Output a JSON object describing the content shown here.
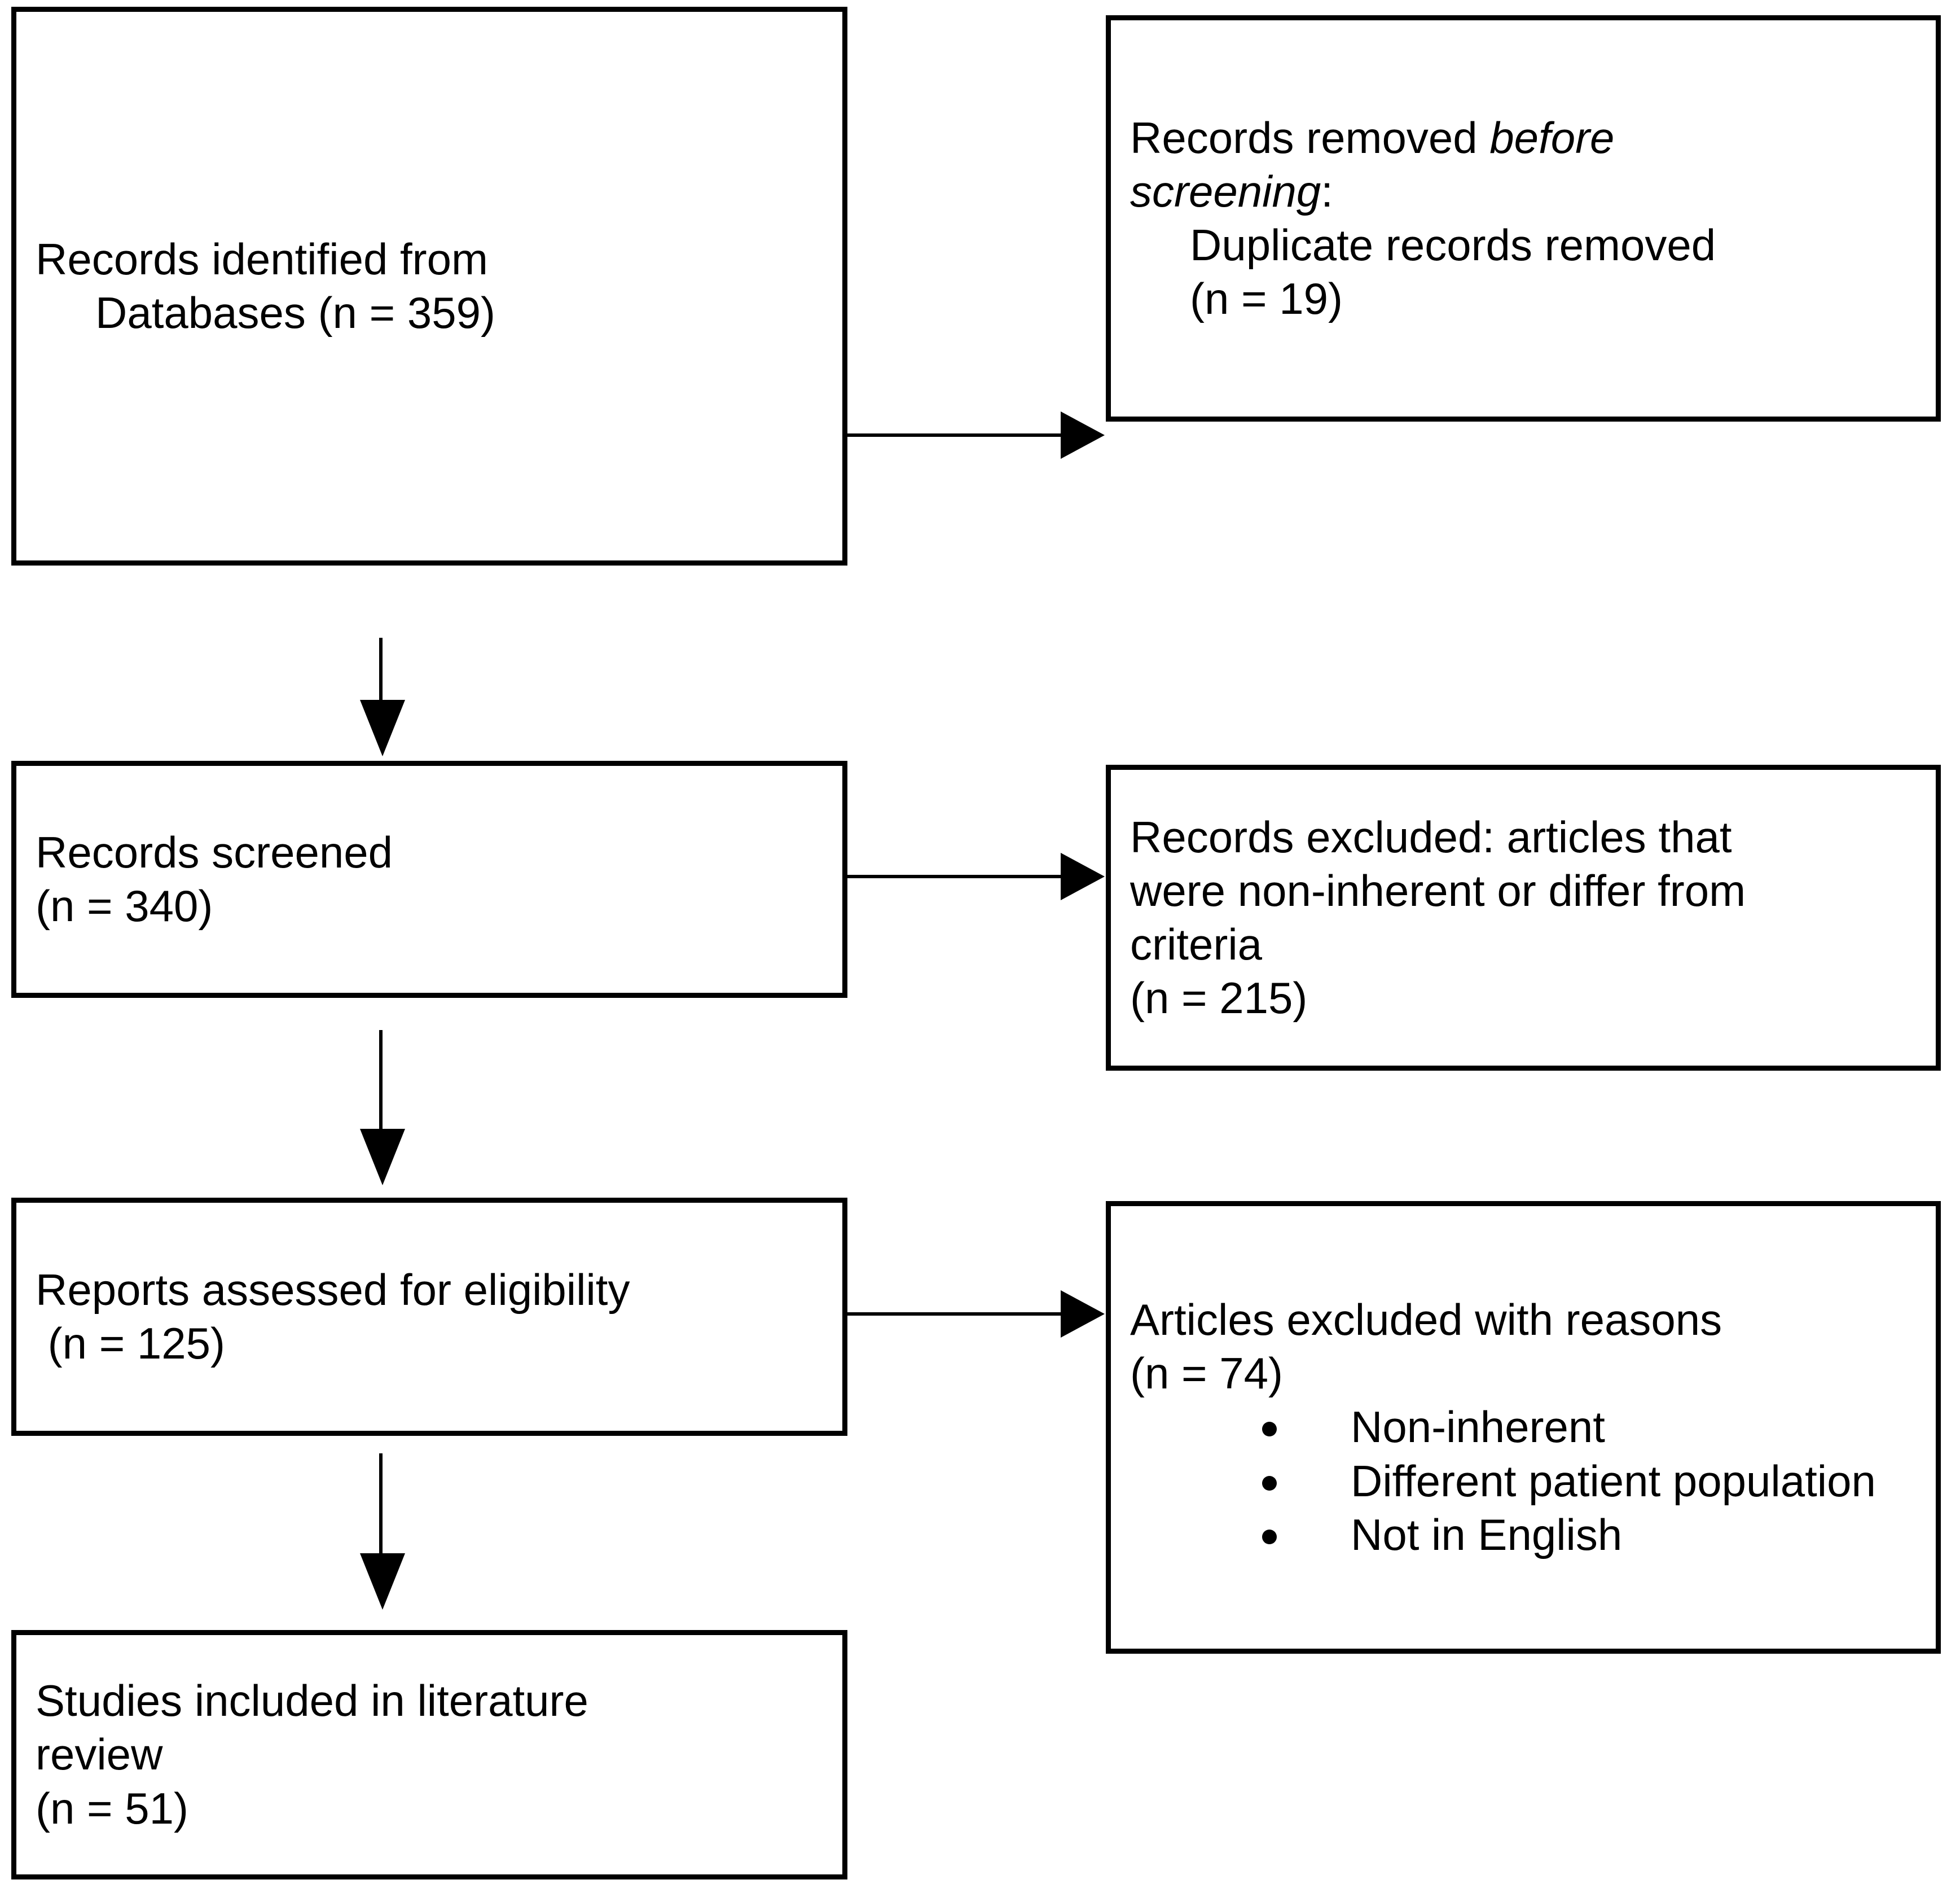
{
  "diagram": {
    "type": "prisma-flow-diagram",
    "colors": {
      "stroke": "#000000",
      "background": "#ffffff",
      "text": "#000000"
    },
    "boxes": {
      "identified": {
        "line1": "Records identified from",
        "line2": "Databases (n = 359)"
      },
      "removed_before_screening": {
        "line1": "Records removed ",
        "line1_italic": "before",
        "line2_italic": "screening",
        "line2_suffix": ":",
        "line3": "Duplicate records removed",
        "line4": "(n = 19)"
      },
      "screened": {
        "line1": "Records screened",
        "line2": "(n = 340)"
      },
      "records_excluded": {
        "line1": "Records excluded: articles that",
        "line2": "were non-inherent or differ from",
        "line3": "criteria",
        "line4": "(n = 215)"
      },
      "eligibility": {
        "line1": "Reports assessed for eligibility",
        "line2": " (n = 125)"
      },
      "articles_excluded": {
        "line1": "Articles excluded with reasons",
        "line2": "(n = 74)",
        "bullets": [
          "Non-inherent",
          "Different patient population",
          "Not in English"
        ]
      },
      "included": {
        "line1": "Studies included in literature",
        "line2": "review",
        "line3": "(n = 51)"
      }
    },
    "connectors": [
      {
        "name": "identified-to-removed",
        "from": "identified",
        "to": "removed_before_screening",
        "direction": "right"
      },
      {
        "name": "identified-to-screened",
        "from": "identified",
        "to": "screened",
        "direction": "down"
      },
      {
        "name": "screened-to-excluded",
        "from": "screened",
        "to": "records_excluded",
        "direction": "right"
      },
      {
        "name": "screened-to-eligibility",
        "from": "screened",
        "to": "eligibility",
        "direction": "down"
      },
      {
        "name": "eligibility-to-articles",
        "from": "eligibility",
        "to": "articles_excluded",
        "direction": "right"
      },
      {
        "name": "eligibility-to-included",
        "from": "eligibility",
        "to": "included",
        "direction": "down"
      }
    ]
  }
}
